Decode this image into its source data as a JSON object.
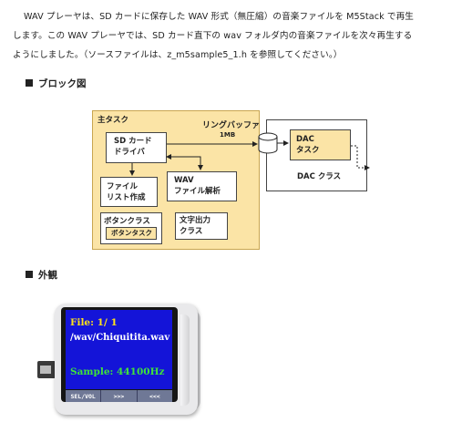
{
  "intro": {
    "line1": "WAV プレーヤは、SD カードに保存した WAV 形式（無圧縮）の音楽ファイルを M5Stack で再生",
    "line2": "します。この WAV プレーヤでは、SD カード直下の wav フォルダ内の音楽ファイルを次々再生する",
    "line3": "ようにしました。（ソースファイルは、z_m5sample5_1.h を参照してください。）"
  },
  "section_block": "ブロック図",
  "section_appearance": "外観",
  "diagram": {
    "main_task": "主タスク",
    "ring_buffer": "リングバッファ",
    "ring_size": "1MB",
    "sd_driver": [
      "SD カード",
      "ドライバ"
    ],
    "file_list": [
      "ファイル",
      "リスト作成"
    ],
    "wav_parse": [
      "WAV",
      "ファイル解析"
    ],
    "button_class": "ボタンクラス",
    "button_task": "ボタンタスク",
    "text_output": [
      "文字出力",
      "クラス"
    ],
    "dac_task": [
      "DAC",
      "タスク"
    ],
    "dac_class": "DAC クラス"
  },
  "device": {
    "file_line": "File:  1/ 1",
    "path_line": "/wav/Chiquitita.wav",
    "rate_line": "Sample:  44100Hz",
    "buttons": [
      "SEL/VOL",
      ">>>",
      "<<<"
    ]
  },
  "colors": {
    "task_fill": "#fbe4a6",
    "screen_bg": "#1414d8",
    "file_text": "#ffe21a",
    "rate_text": "#3ee33a"
  }
}
